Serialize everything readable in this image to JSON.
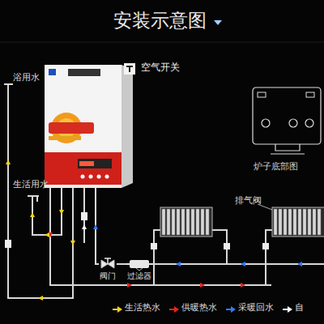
{
  "diagram": {
    "title": "安装示意图",
    "nodes": [
      {
        "text": [
          "空气开关"
        ]
      },
      {
        "text": [
          "炉子底部图"
        ]
      },
      {
        "text": [
          "阀门"
        ]
      },
      {
        "text": [
          "过滤器"
        ]
      }
    ],
    "edges": [
      {
        "from": 2,
        "to": 3,
        "arrow": "none"
      }
    ],
    "labels": [
      "浴用水",
      "生活用水",
      "排气阀"
    ],
    "legend": [
      {
        "text": "生活热水"
      },
      {
        "text": "供暖热水"
      },
      {
        "text": "采暖回水"
      },
      {
        "text": "自"
      }
    ]
  }
}
